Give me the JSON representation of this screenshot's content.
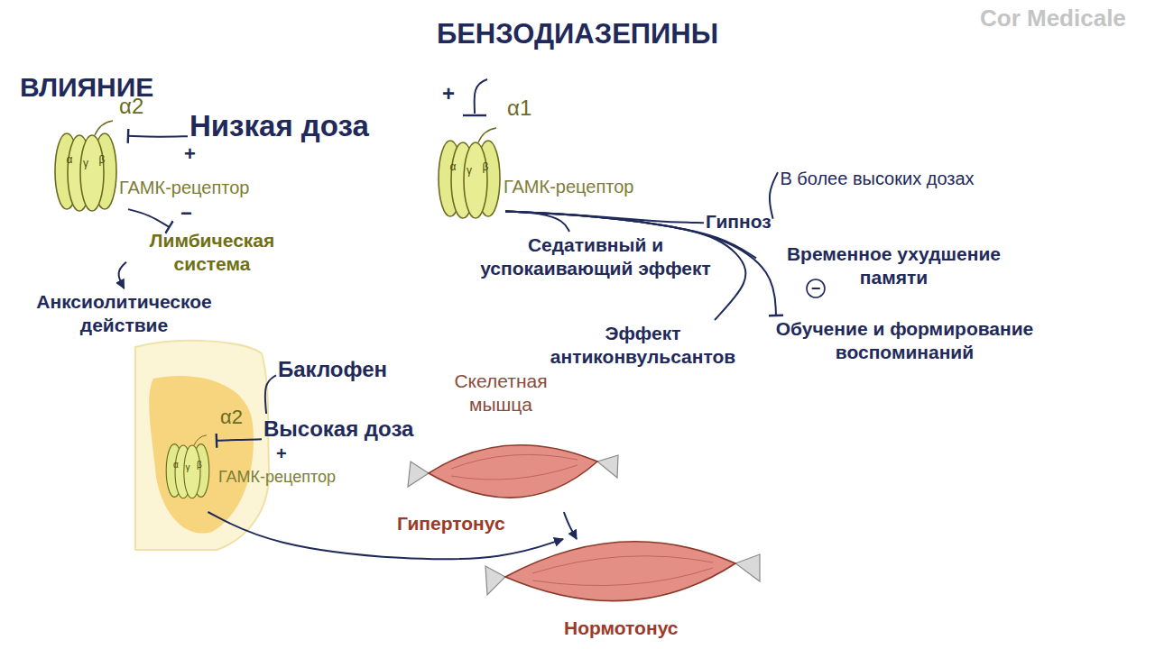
{
  "diagram": {
    "title": "БЕНЗОДИАЗЕПИНЫ",
    "nodes": [
      {
        "text": [
          "ГАМК-рецептор"
        ]
      },
      {
        "text": [
          "Низкая доза"
        ]
      },
      {
        "text": [
          "Лимбическая система"
        ]
      },
      {
        "text": [
          "Анксиолитическое действие"
        ]
      },
      {
        "text": [
          "ГАМК-рецептор"
        ]
      },
      {
        "text": [
          "Гипноз"
        ]
      },
      {
        "text": [
          "В более высоких дозах"
        ]
      },
      {
        "text": [
          "Седативный и успокаивающий эффект"
        ]
      },
      {
        "text": [
          "Временное ухудшение памяти"
        ]
      },
      {
        "text": [
          "Обучение и формирование воспоминаний"
        ]
      },
      {
        "text": [
          "Эффект антиконвульсантов"
        ]
      },
      {
        "text": [
          "ГАМК-рецептор"
        ]
      },
      {
        "text": [
          "Баклофен"
        ]
      },
      {
        "text": [
          "Высокая доза"
        ]
      },
      {
        "text": [
          "Скелетная мышца",
          "Гипертонус"
        ]
      },
      {
        "text": [
          "Нормотонус"
        ]
      }
    ],
    "edges": [
      {
        "from": 1,
        "to": 0,
        "arrow": "to"
      },
      {
        "from": 0,
        "to": 2,
        "arrow": "to"
      },
      {
        "from": 2,
        "to": 3,
        "arrow": "to"
      },
      {
        "from": 4,
        "to": 7,
        "arrow": "none"
      },
      {
        "from": 4,
        "to": 5,
        "arrow": "none"
      },
      {
        "from": 4,
        "to": 8,
        "arrow": "none"
      },
      {
        "from": 4,
        "to": 9,
        "arrow": "to"
      },
      {
        "from": 4,
        "to": 10,
        "arrow": "none"
      },
      {
        "from": 6,
        "to": 5,
        "arrow": "none"
      },
      {
        "from": 12,
        "to": 13,
        "arrow": "none"
      },
      {
        "from": 13,
        "to": 11,
        "arrow": "to"
      },
      {
        "from": 11,
        "to": 15,
        "arrow": "to"
      },
      {
        "from": 14,
        "to": 15,
        "arrow": "to"
      }
    ],
    "labels": [
      "Cor Medicale",
      "ВЛИЯНИЕ",
      "α2",
      "α",
      "γ",
      "β",
      "+",
      "−",
      "α1",
      "α",
      "γ",
      "β",
      "+",
      "−",
      "α2",
      "α",
      "γ",
      "β",
      "+"
    ]
  }
}
